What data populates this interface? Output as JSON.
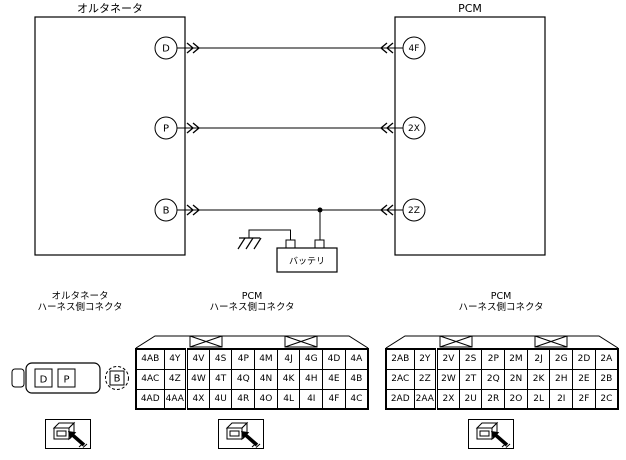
{
  "page": {
    "background": "#ffffff",
    "line_color": "#000000"
  },
  "circuit": {
    "alternator": {
      "label": "オルタネータ",
      "terminals": [
        "D",
        "P",
        "B"
      ]
    },
    "pcm": {
      "label": "PCM",
      "terminals": [
        "4F",
        "2X",
        "2Z"
      ]
    },
    "battery": {
      "label": "バッテリ"
    },
    "connections": [
      {
        "from": "D",
        "to": "4F"
      },
      {
        "from": "P",
        "to": "2X"
      },
      {
        "from": "B",
        "to": "2Z"
      }
    ]
  },
  "connectors": {
    "alternator": {
      "title": [
        "オルタネータ",
        "ハーネス側コネクタ"
      ],
      "pins": [
        "D",
        "P",
        "B"
      ]
    },
    "pcm4": {
      "title": [
        "PCM",
        "ハーネス側コネクタ"
      ],
      "rows": [
        [
          "4AB",
          "4Y",
          "4V",
          "4S",
          "4P",
          "4M",
          "4J",
          "4G",
          "4D",
          "4A"
        ],
        [
          "4AC",
          "4Z",
          "4W",
          "4T",
          "4Q",
          "4N",
          "4K",
          "4H",
          "4E",
          "4B"
        ],
        [
          "4AD",
          "4AA",
          "4X",
          "4U",
          "4R",
          "4O",
          "4L",
          "4I",
          "4F",
          "4C"
        ]
      ]
    },
    "pcm2": {
      "title": [
        "PCM",
        "ハーネス側コネクタ"
      ],
      "rows": [
        [
          "2AB",
          "2Y",
          "2V",
          "2S",
          "2P",
          "2M",
          "2J",
          "2G",
          "2D",
          "2A"
        ],
        [
          "2AC",
          "2Z",
          "2W",
          "2T",
          "2Q",
          "2N",
          "2K",
          "2H",
          "2E",
          "2B"
        ],
        [
          "2AD",
          "2AA",
          "2X",
          "2U",
          "2R",
          "2O",
          "2L",
          "2I",
          "2F",
          "2C"
        ]
      ]
    }
  }
}
